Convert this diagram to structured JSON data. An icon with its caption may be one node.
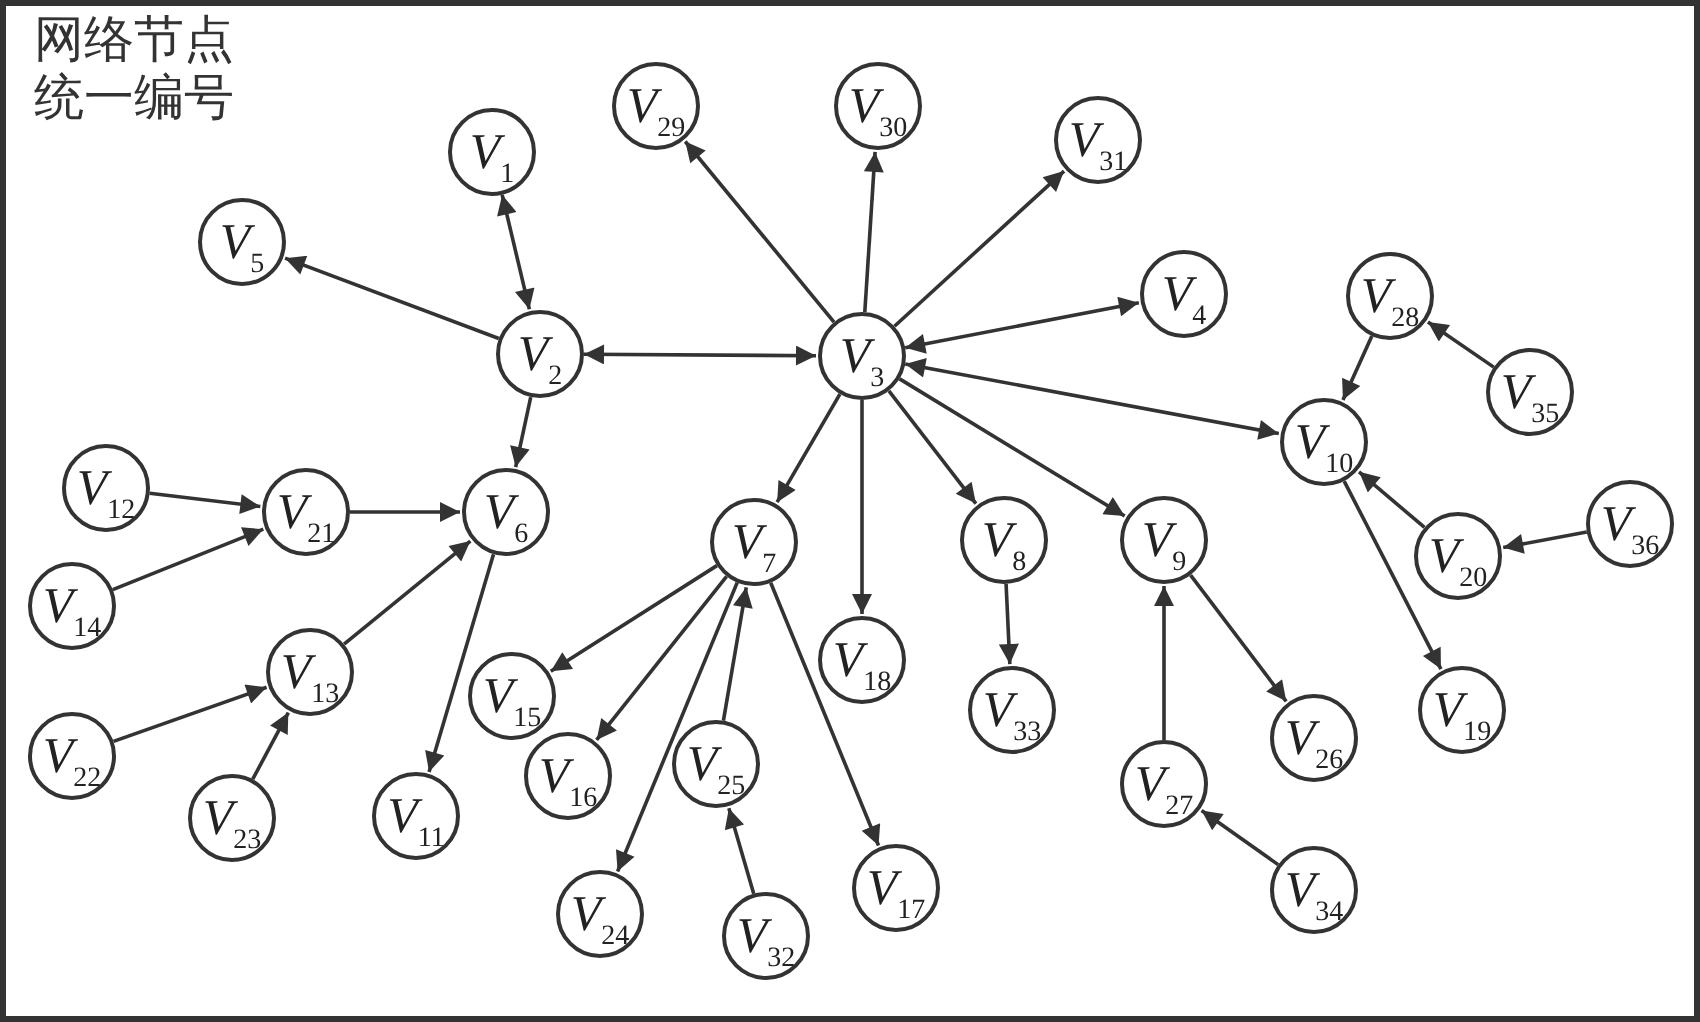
{
  "diagram": {
    "title": "网络节点统一编号",
    "nodes": [
      {
        "text": [
          "*V*$_{1}$"
        ]
      },
      {
        "text": [
          "*V*$_{2}$"
        ]
      },
      {
        "text": [
          "*V*$_{3}$"
        ]
      },
      {
        "text": [
          "*V*$_{4}$"
        ]
      },
      {
        "text": [
          "*V*$_{5}$"
        ]
      },
      {
        "text": [
          "*V*$_{6}$"
        ]
      },
      {
        "text": [
          "*V*$_{7}$"
        ]
      },
      {
        "text": [
          "*V*$_{8}$"
        ]
      },
      {
        "text": [
          "*V*$_{9}$"
        ]
      },
      {
        "text": [
          "*V*$_{10}$"
        ]
      },
      {
        "text": [
          "*V*$_{11}$"
        ]
      },
      {
        "text": [
          "*V*$_{12}$"
        ]
      },
      {
        "text": [
          "*V*$_{13}$"
        ]
      },
      {
        "text": [
          "*V*$_{14}$"
        ]
      },
      {
        "text": [
          "*V*$_{15}$"
        ]
      },
      {
        "text": [
          "*V*$_{16}$"
        ]
      },
      {
        "text": [
          "*V*$_{17}$"
        ]
      },
      {
        "text": [
          "*V*$_{18}$"
        ]
      },
      {
        "text": [
          "*V*$_{19}$"
        ]
      },
      {
        "text": [
          "*V*$_{20}$"
        ]
      },
      {
        "text": [
          "*V*$_{21}$"
        ]
      },
      {
        "text": [
          "*V*$_{22}$"
        ]
      },
      {
        "text": [
          "*V*$_{23}$"
        ]
      },
      {
        "text": [
          "*V*$_{24}$"
        ]
      },
      {
        "text": [
          "*V*$_{25}$"
        ]
      },
      {
        "text": [
          "*V*$_{26}$"
        ]
      },
      {
        "text": [
          "*V*$_{27}$"
        ]
      },
      {
        "text": [
          "*V*$_{28}$"
        ]
      },
      {
        "text": [
          "*V*$_{29}$"
        ]
      },
      {
        "text": [
          "*V*$_{30}$"
        ]
      },
      {
        "text": [
          "*V*$_{31}$"
        ]
      },
      {
        "text": [
          "*V*$_{32}$"
        ]
      },
      {
        "text": [
          "*V*$_{33}$"
        ]
      },
      {
        "text": [
          "*V*$_{34}$"
        ]
      },
      {
        "text": [
          "*V*$_{35}$"
        ]
      },
      {
        "text": [
          "*V*$_{36}$"
        ]
      }
    ],
    "edges": [
      {
        "from": 0,
        "to": 1,
        "arrow": "both"
      },
      {
        "from": 1,
        "to": 4,
        "arrow": "to"
      },
      {
        "from": 1,
        "to": 2,
        "arrow": "both"
      },
      {
        "from": 1,
        "to": 5,
        "arrow": "to"
      },
      {
        "from": 2,
        "to": 28,
        "arrow": "to"
      },
      {
        "from": 2,
        "to": 29,
        "arrow": "to"
      },
      {
        "from": 2,
        "to": 30,
        "arrow": "to"
      },
      {
        "from": 2,
        "to": 3,
        "arrow": "both"
      },
      {
        "from": 2,
        "to": 9,
        "arrow": "both"
      },
      {
        "from": 2,
        "to": 6,
        "arrow": "to"
      },
      {
        "from": 2,
        "to": 17,
        "arrow": "to"
      },
      {
        "from": 2,
        "to": 7,
        "arrow": "to"
      },
      {
        "from": 2,
        "to": 8,
        "arrow": "to"
      },
      {
        "from": 11,
        "to": 20,
        "arrow": "to"
      },
      {
        "from": 20,
        "to": 5,
        "arrow": "to"
      },
      {
        "from": 13,
        "to": 20,
        "arrow": "to"
      },
      {
        "from": 12,
        "to": 5,
        "arrow": "to"
      },
      {
        "from": 21,
        "to": 12,
        "arrow": "to"
      },
      {
        "from": 22,
        "to": 12,
        "arrow": "to"
      },
      {
        "from": 5,
        "to": 10,
        "arrow": "to"
      },
      {
        "from": 6,
        "to": 14,
        "arrow": "to"
      },
      {
        "from": 6,
        "to": 15,
        "arrow": "to"
      },
      {
        "from": 6,
        "to": 23,
        "arrow": "to"
      },
      {
        "from": 24,
        "to": 6,
        "arrow": "to"
      },
      {
        "from": 6,
        "to": 16,
        "arrow": "to"
      },
      {
        "from": 31,
        "to": 24,
        "arrow": "to"
      },
      {
        "from": 7,
        "to": 32,
        "arrow": "to"
      },
      {
        "from": 26,
        "to": 8,
        "arrow": "to"
      },
      {
        "from": 8,
        "to": 25,
        "arrow": "to"
      },
      {
        "from": 33,
        "to": 26,
        "arrow": "to"
      },
      {
        "from": 27,
        "to": 9,
        "arrow": "to"
      },
      {
        "from": 34,
        "to": 27,
        "arrow": "to"
      },
      {
        "from": 19,
        "to": 9,
        "arrow": "to"
      },
      {
        "from": 9,
        "to": 18,
        "arrow": "to"
      },
      {
        "from": 35,
        "to": 19,
        "arrow": "to"
      }
    ]
  }
}
